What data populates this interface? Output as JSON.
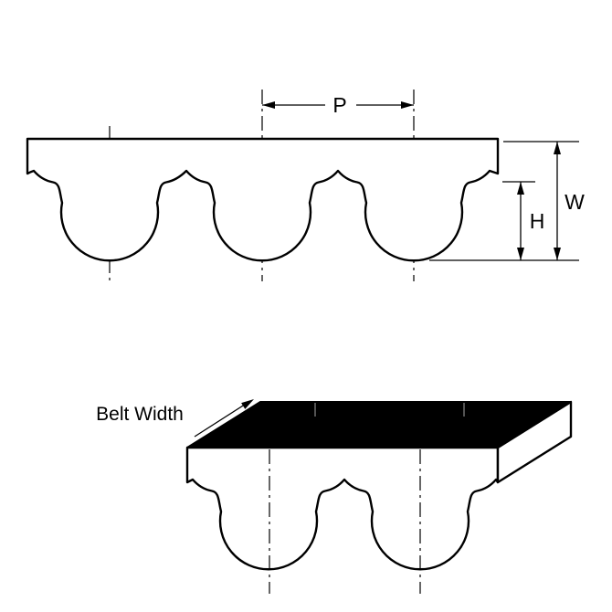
{
  "diagram": {
    "title": "timing-belt-profile-diagram",
    "labels": {
      "pitch": "P",
      "belt_thickness": "W",
      "tooth_height": "H",
      "belt_width": "Belt Width"
    },
    "colors": {
      "line": "#000000",
      "belt_fill": "#ffffff",
      "top_face": "#000000",
      "background": "#ffffff"
    }
  }
}
